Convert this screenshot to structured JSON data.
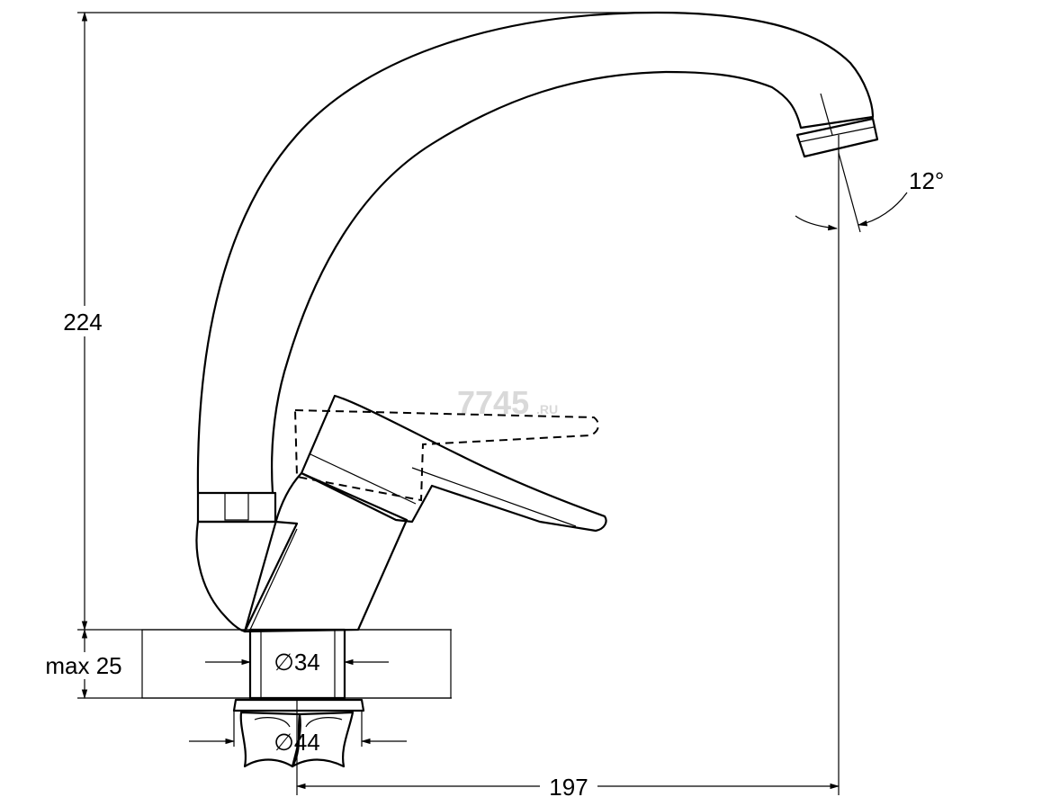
{
  "watermark": {
    "main": "7745",
    "suffix": ".RU"
  },
  "dimensions": {
    "height": "224",
    "countertop_max": "max 25",
    "inner_diameter": "∅34",
    "nut_diameter": "∅44",
    "reach": "197",
    "spout_angle": "12°"
  }
}
